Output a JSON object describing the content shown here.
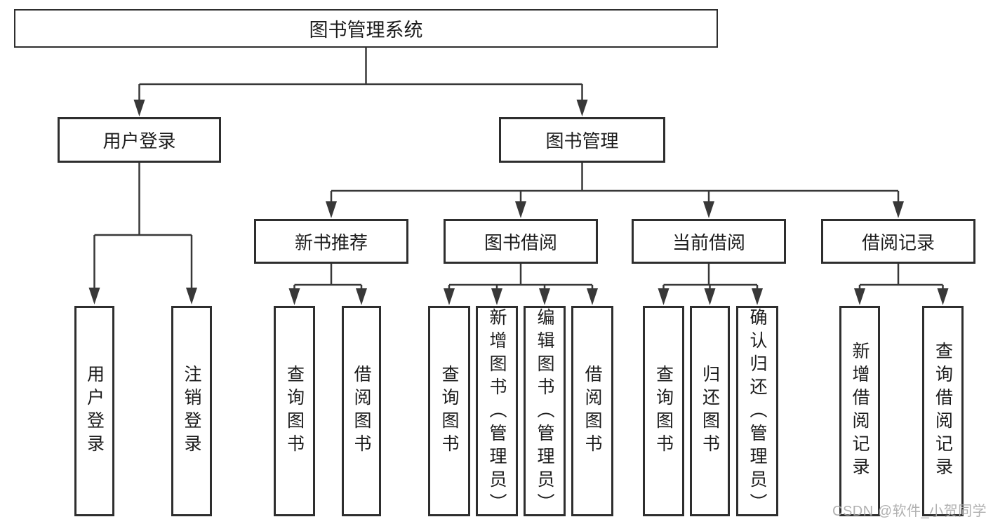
{
  "colors": {
    "box_border": "#2e2e2e",
    "connector_line": "#383838",
    "text": "#1c1c1c",
    "watermark_gray": "#a9a9a9",
    "background": "#ffffff"
  },
  "tree": {
    "root": {
      "label": "图书管理系统"
    },
    "branches": [
      {
        "label": "用户登录",
        "children": [
          {
            "label": "用户登录"
          },
          {
            "label": "注销登录"
          }
        ]
      },
      {
        "label": "图书管理",
        "children": [
          {
            "label": "新书推荐",
            "children": [
              {
                "label": "查询图书"
              },
              {
                "label": "借阅图书"
              }
            ]
          },
          {
            "label": "图书借阅",
            "children": [
              {
                "label": "查询图书"
              },
              {
                "label": "新增图书（管理员）"
              },
              {
                "label": "编辑图书（管理员）"
              },
              {
                "label": "借阅图书"
              }
            ]
          },
          {
            "label": "当前借阅",
            "children": [
              {
                "label": "查询图书"
              },
              {
                "label": "归还图书"
              },
              {
                "label": "确认归还（管理员）"
              }
            ]
          },
          {
            "label": "借阅记录",
            "children": [
              {
                "label": "新增借阅记录"
              },
              {
                "label": "查询借阅记录"
              }
            ]
          }
        ]
      }
    ]
  },
  "watermark": {
    "text": "CSDN @软件_小贺同学"
  }
}
